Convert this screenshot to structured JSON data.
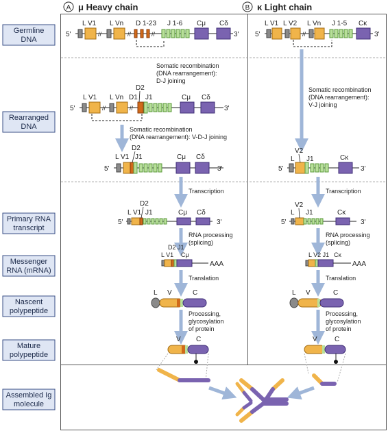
{
  "panels": {
    "heavy": {
      "marker": "A",
      "title": "μ Heavy chain"
    },
    "light": {
      "marker": "B",
      "title": "κ Light chain"
    }
  },
  "stages": [
    {
      "line1": "Germline",
      "line2": "DNA"
    },
    {
      "line1": "Rearranged",
      "line2": "DNA"
    },
    {
      "line1": "Primary RNA",
      "line2": "transcript"
    },
    {
      "line1": "Messenger",
      "line2": "RNA (mRNA)"
    },
    {
      "line1": "Nascent",
      "line2": "polypeptide"
    },
    {
      "line1": "Mature",
      "line2": "polypeptide"
    },
    {
      "line1": "Assembled Ig",
      "line2": "molecule"
    }
  ],
  "ends": {
    "five": "5'",
    "three": "3'",
    "polyA": "AAA"
  },
  "segments": {
    "L": "L",
    "V1": "V1",
    "Vn": "Vn",
    "V2": "V2",
    "V": "V",
    "C": "C",
    "D1_23": "D 1-23",
    "D1": "D1",
    "D2": "D2",
    "J1_6": "J 1-6",
    "J1_5": "J 1-5",
    "J1": "J1",
    "Cmu": "Cμ",
    "Cdelta": "Cδ",
    "Ckappa": "Cκ",
    "LV1": "L V1",
    "LVn": "L Vn",
    "LV2": "L V2",
    "mrna_heavy_top": "D2 J1",
    "mrna_heavy_bottom": "L V1",
    "mrna_light": "L V2 J1"
  },
  "steps": {
    "heavy_dj": [
      "Somatic recombination",
      "(DNA rearrangement):",
      "D-J joining"
    ],
    "heavy_vdj": [
      "Somatic recombination",
      "(DNA rearrangement): V-D-J joining"
    ],
    "light_vj": [
      "Somatic recombination",
      "(DNA rearrangement):",
      "V-J joining"
    ],
    "transcription": "Transcription",
    "rna_processing": [
      "RNA processing",
      "(splicing)"
    ],
    "translation": "Translation",
    "processing": [
      "Processing,",
      "glycosylation",
      "of protein"
    ]
  },
  "colors": {
    "variable": "#f0b44a",
    "variable_edge": "#a06a10",
    "diversity": "#d06a1a",
    "joining": "#b8df9a",
    "joining_edge": "#5a9a3a",
    "constant": "#7a63b0",
    "constant_edge": "#3e2d75",
    "leader": "#8a8a8a",
    "stage_box": "#dfe6f4",
    "stage_border": "#3a4f86",
    "arrow": "#9fb6d8"
  }
}
